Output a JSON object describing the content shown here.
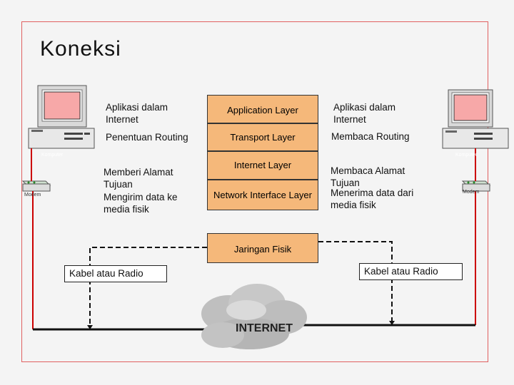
{
  "title": "Koneksi",
  "left": {
    "app": "Aplikasi dalam Internet",
    "routing": "Penentuan Routing",
    "address": "Memberi Alamat Tujuan",
    "send": "Mengirim data ke media fisik",
    "cable": "Kabel atau Radio",
    "computer_label": "Komputer",
    "modem_label": "Modem"
  },
  "layers": {
    "application": "Application Layer",
    "transport": "Transport Layer",
    "internet": "Internet Layer",
    "network": "Network Interface Layer",
    "physical": "Jaringan Fisik"
  },
  "right": {
    "app": "Aplikasi dalam Internet",
    "routing": "Membaca Routing",
    "address": "Membaca Alamat Tujuan",
    "receive": "Menerima data dari media fisik",
    "cable": "Kabel atau Radio",
    "computer_label": "Komputer",
    "modem_label": "Modem"
  },
  "cloud_label": "INTERNET",
  "colors": {
    "layer_fill": "#f5b87a",
    "red_line": "#cc0000",
    "monitor_screen": "#f7a8a8"
  }
}
